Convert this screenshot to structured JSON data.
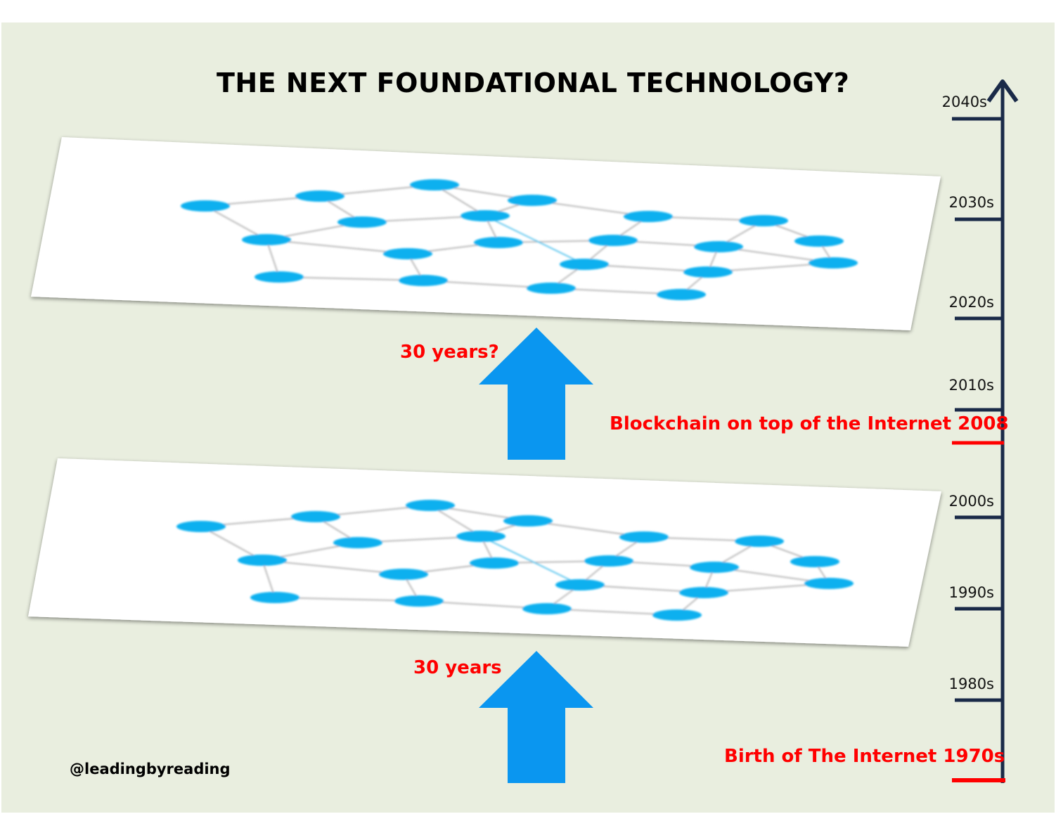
{
  "title": "THE NEXT FOUNDATIONAL TECHNOLOGY?",
  "watermark": "@leadingbyreading",
  "timeline": {
    "ticks": [
      "2040s",
      "2030s",
      "2020s",
      "2010s",
      "2000s",
      "1990s",
      "1980s"
    ],
    "events": [
      {
        "label": "Blockchain on top of the Internet",
        "year": "2008"
      },
      {
        "label": "Birth of The Internet",
        "year": "1970s"
      }
    ]
  },
  "arrows": [
    {
      "label": "30 years?"
    },
    {
      "label": "30 years"
    }
  ],
  "colors": {
    "background": "#e9eedf",
    "node": "#09b0ef",
    "arrow": "#0a96f0",
    "axis": "#1a2a48",
    "highlight": "#ff0000"
  }
}
